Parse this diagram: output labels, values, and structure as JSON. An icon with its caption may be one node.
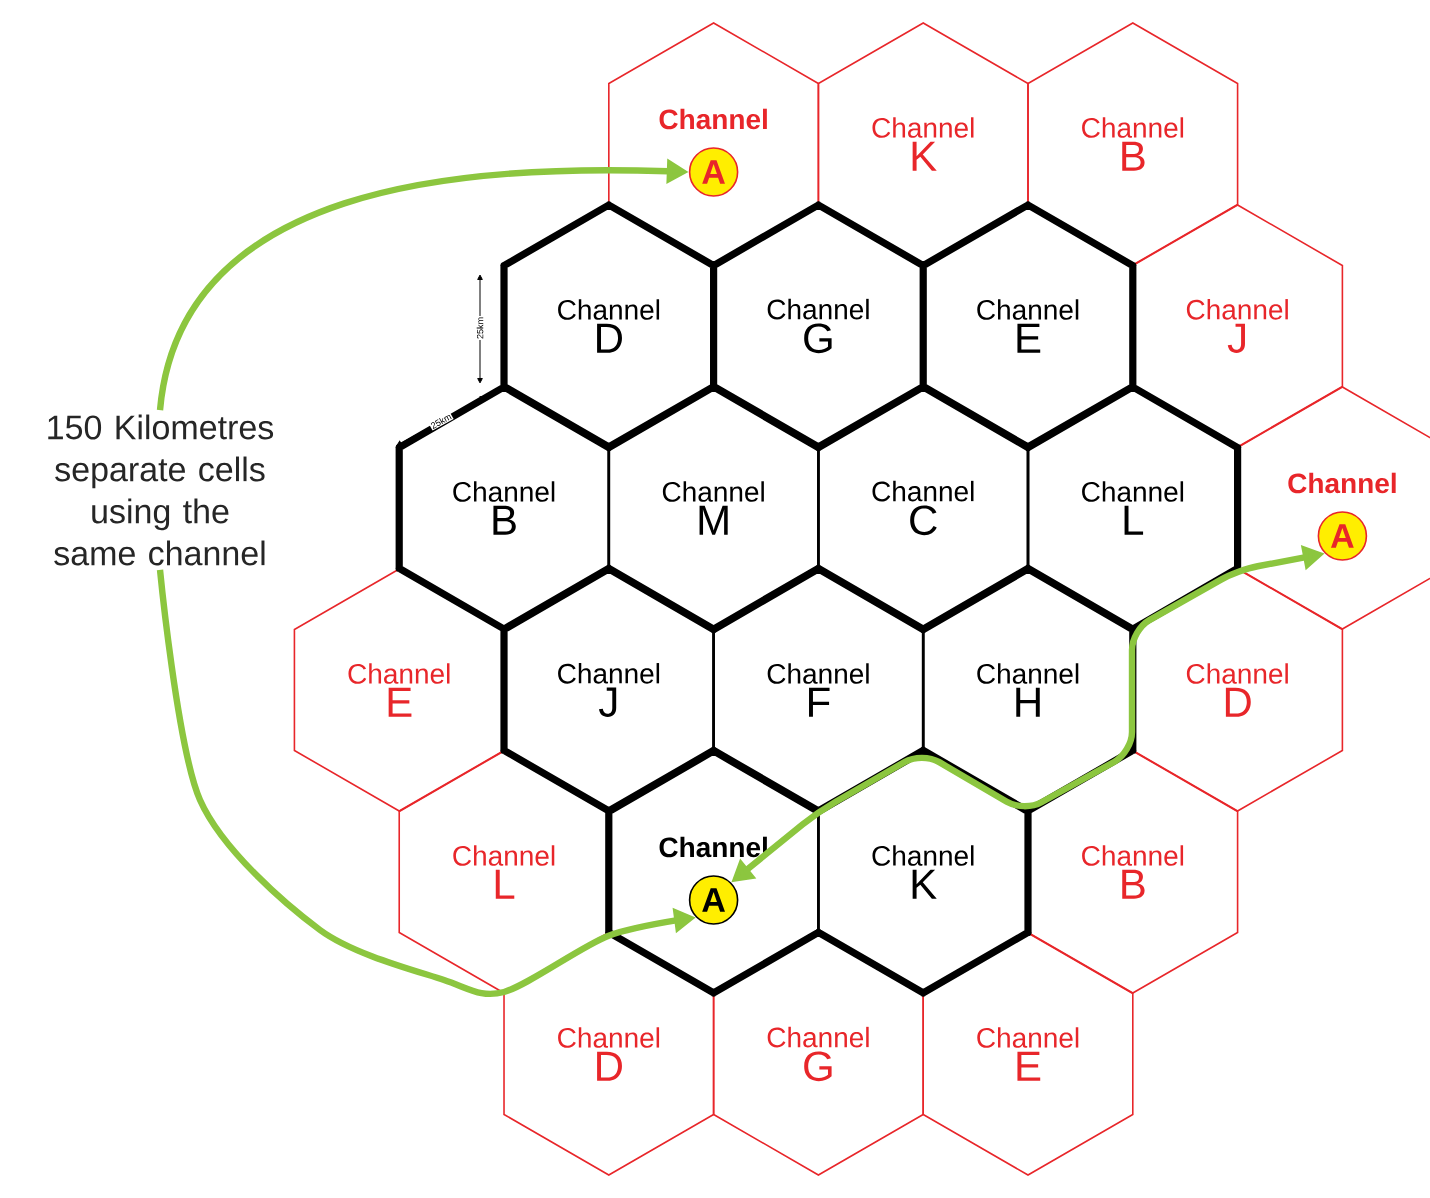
{
  "diagram": {
    "nodes": [
      {
        "text": [
          "Channel"
        ]
      },
      {
        "text": [
          "A"
        ],
        "in": 0
      },
      {
        "text": [
          "Channel",
          "K"
        ]
      },
      {
        "text": [
          "Channel",
          "B"
        ]
      },
      {
        "text": [
          "Channel",
          "D"
        ]
      },
      {
        "text": [
          "Channel",
          "G"
        ]
      },
      {
        "text": [
          "Channel",
          "E"
        ]
      },
      {
        "text": [
          "Channel",
          "J"
        ]
      },
      {
        "text": [
          "150 Kilometres separate cells using the same channel"
        ]
      },
      {
        "text": [
          "Channel",
          "B"
        ]
      },
      {
        "text": [
          "Channel",
          "M"
        ]
      },
      {
        "text": [
          "Channel",
          "C"
        ]
      },
      {
        "text": [
          "Channel",
          "L"
        ]
      },
      {
        "text": [
          "Channel"
        ]
      },
      {
        "text": [
          "A"
        ],
        "in": 13
      },
      {
        "text": [
          "Channel",
          "E"
        ]
      },
      {
        "text": [
          "Channel",
          "J"
        ]
      },
      {
        "text": [
          "Channel",
          "F"
        ]
      },
      {
        "text": [
          "Channel",
          "H"
        ]
      },
      {
        "text": [
          "Channel",
          "D"
        ]
      },
      {
        "text": [
          "Channel",
          "L"
        ]
      },
      {
        "text": [
          "Channel"
        ]
      },
      {
        "text": [
          "A"
        ],
        "in": 21
      },
      {
        "text": [
          "Channel",
          "K"
        ]
      },
      {
        "text": [
          "Channel",
          "B"
        ]
      },
      {
        "text": [
          "Channel",
          "D"
        ]
      },
      {
        "text": [
          "Channel",
          "G"
        ]
      },
      {
        "text": [
          "Channel",
          "E"
        ]
      }
    ],
    "edges": [
      {
        "from": 8,
        "to": 1,
        "arrow": "to"
      },
      {
        "from": 8,
        "to": 22,
        "arrow": "to"
      },
      {
        "from": 22,
        "to": 14,
        "arrow": "both"
      }
    ],
    "labels": [
      "25km",
      "25km"
    ]
  }
}
